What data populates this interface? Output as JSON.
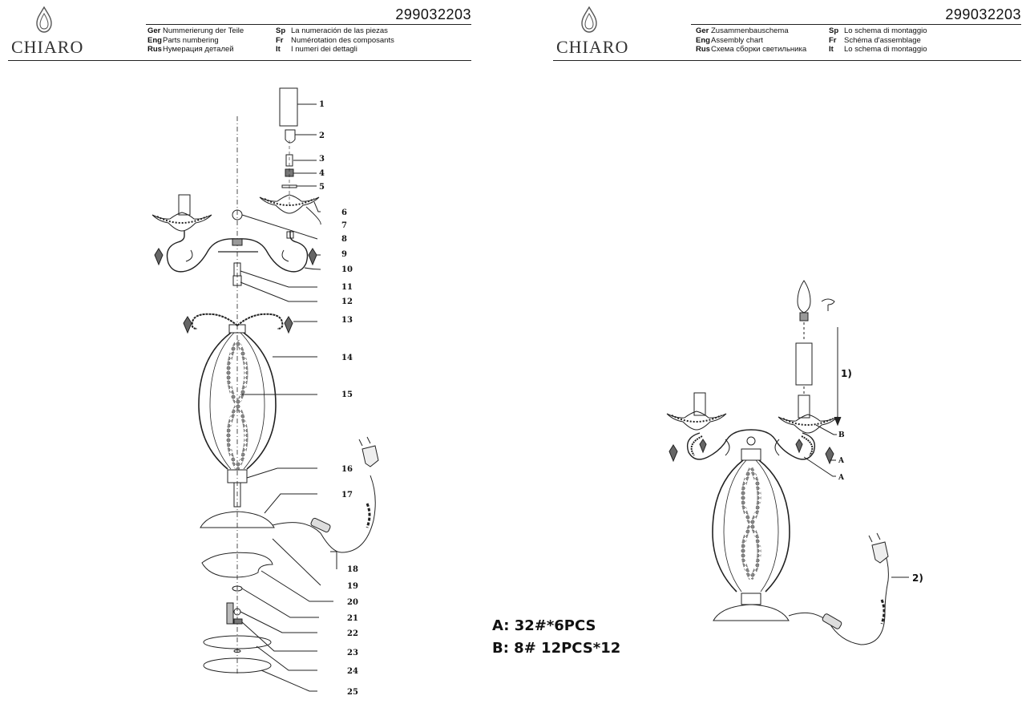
{
  "brand": "CHIARO",
  "left_header": {
    "doc_number": "299032203",
    "langs_col1": [
      {
        "code": "Ger",
        "text": "Nummerierung der Teile"
      },
      {
        "code": "Eng",
        "text": "Parts numbering"
      },
      {
        "code": "Rus",
        "text": "Нумерация деталей"
      }
    ],
    "langs_col2": [
      {
        "code": "Sp",
        "text": "La numeración de las piezas"
      },
      {
        "code": "Fr",
        "text": "Numérotation des composants"
      },
      {
        "code": "It",
        "text": "I numeri dei dettagli"
      }
    ]
  },
  "right_header": {
    "doc_number": "299032203",
    "langs_col1": [
      {
        "code": "Ger",
        "text": "Zusammenbauschema"
      },
      {
        "code": "Eng",
        "text": "Assembly chart"
      },
      {
        "code": "Rus",
        "text": "Схема сборки светильника"
      }
    ],
    "langs_col2": [
      {
        "code": "Sp",
        "text": "Lo schema di montaggio"
      },
      {
        "code": "Fr",
        "text": "Schéma d'assemblage"
      },
      {
        "code": "It",
        "text": "Lo schema di montaggio"
      }
    ]
  },
  "parts": [
    "1",
    "2",
    "3",
    "4",
    "5",
    "6",
    "7",
    "8",
    "9",
    "10",
    "11",
    "12",
    "13",
    "14",
    "15",
    "16",
    "17",
    "18",
    "19",
    "20",
    "21",
    "22",
    "23",
    "24",
    "25"
  ],
  "legend": {
    "a": "A:  32#*6PCS",
    "b": "B:  8#  12PCS*12"
  },
  "assembly": {
    "step1": "1)",
    "step2": "2)",
    "callout_b": "B",
    "callout_a1": "A",
    "callout_a2": "A"
  }
}
